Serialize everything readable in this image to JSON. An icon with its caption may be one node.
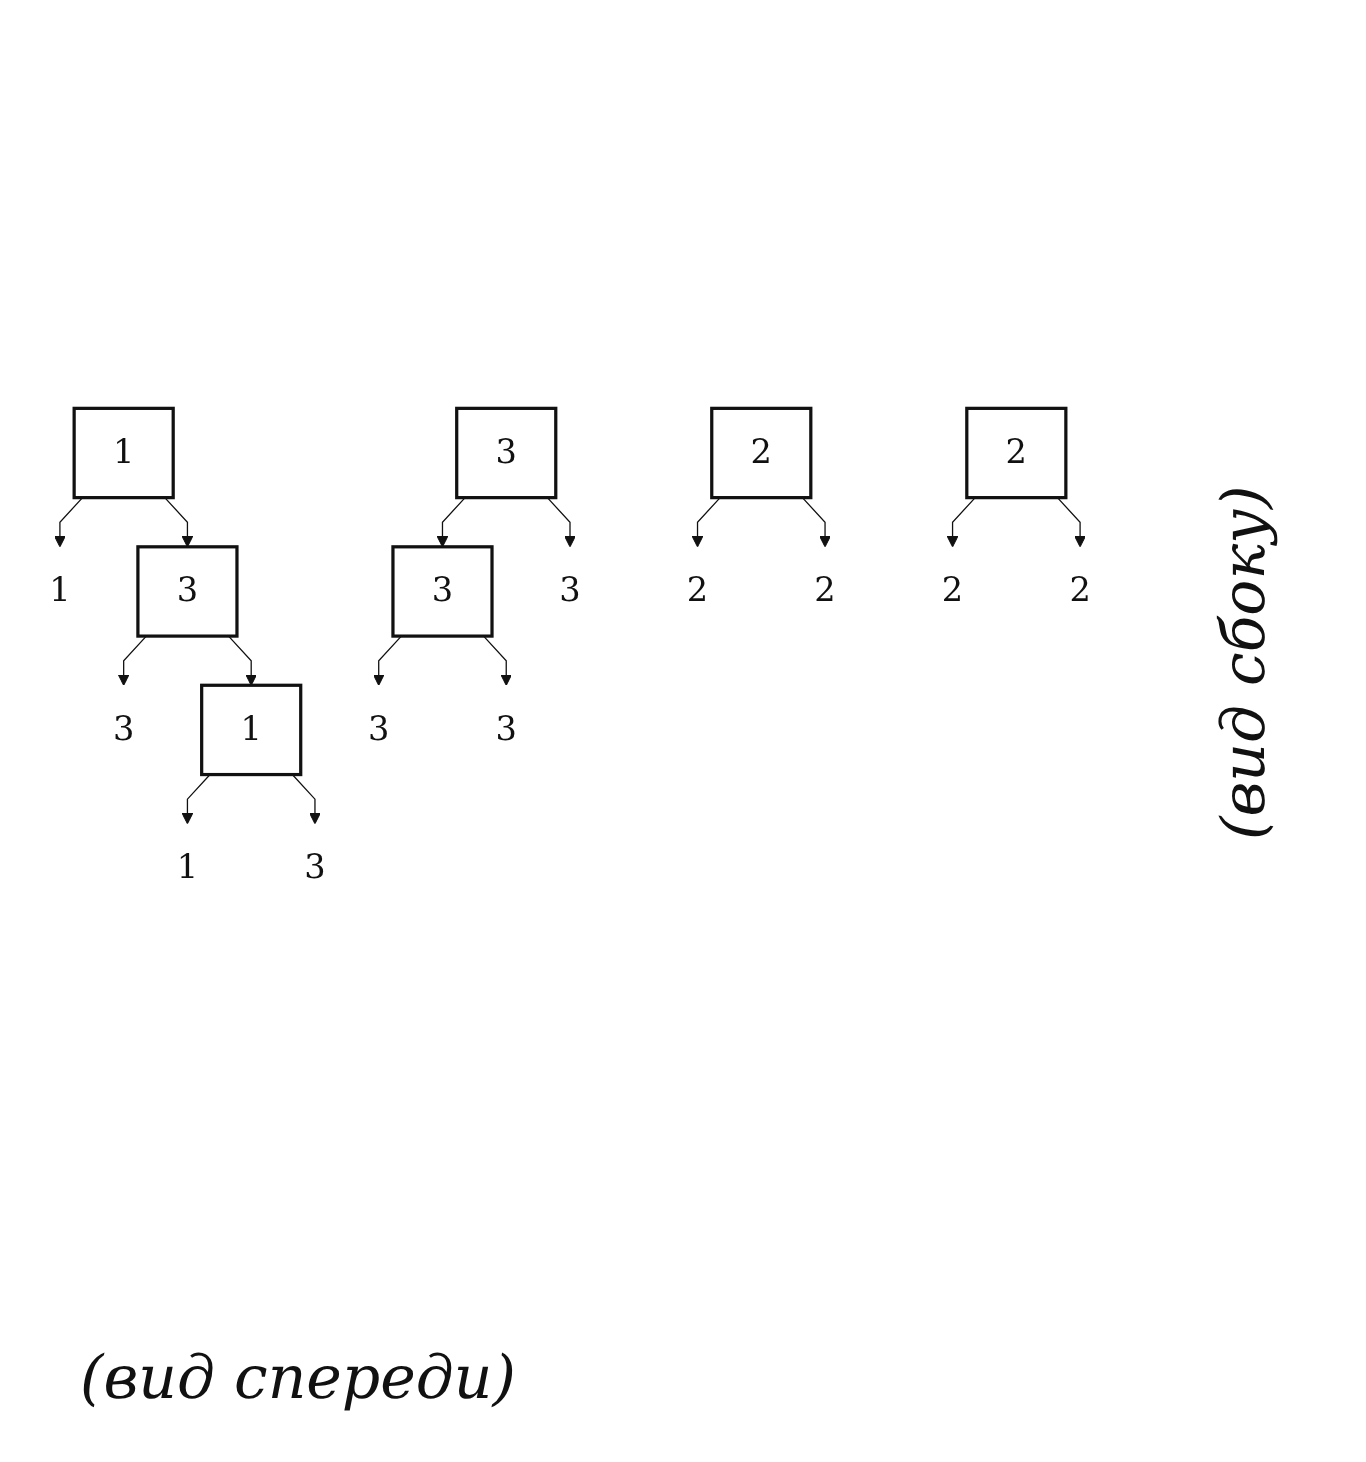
{
  "diagram": {
    "nodes": [
      {
        "text": [
          "1"
        ]
      },
      {
        "text": [
          "2"
        ]
      },
      {
        "text": [
          "3"
        ]
      },
      {
        "text": [
          "3"
        ]
      },
      {
        "text": [
          "3"
        ]
      },
      {
        "text": [
          "2"
        ]
      },
      {
        "text": [
          "1"
        ]
      },
      {
        "text": [
          "1"
        ]
      },
      {
        "text": [
          "2"
        ]
      },
      {
        "text": [
          "3"
        ]
      },
      {
        "text": [
          "3"
        ]
      },
      {
        "text": [
          "2"
        ]
      },
      {
        "text": [
          "1"
        ]
      },
      {
        "text": [
          "3"
        ]
      },
      {
        "text": [
          "2"
        ]
      },
      {
        "text": [
          "3"
        ]
      },
      {
        "text": [
          "2"
        ]
      },
      {
        "text": [
          "3"
        ]
      }
    ],
    "edges": [
      {
        "from": 0,
        "to": 7,
        "arrow": "to"
      },
      {
        "from": 1,
        "to": 8,
        "arrow": "to"
      },
      {
        "from": 0,
        "to": 2,
        "arrow": "to"
      },
      {
        "from": 2,
        "to": 9,
        "arrow": "to"
      },
      {
        "from": 3,
        "to": 4,
        "arrow": "to"
      },
      {
        "from": 4,
        "to": 10,
        "arrow": "to"
      },
      {
        "from": 5,
        "to": 11,
        "arrow": "to"
      },
      {
        "from": 2,
        "to": 6,
        "arrow": "to"
      },
      {
        "from": 6,
        "to": 12,
        "arrow": "to"
      },
      {
        "from": 3,
        "to": 13,
        "arrow": "to"
      },
      {
        "from": 5,
        "to": 14,
        "arrow": "to"
      },
      {
        "from": 4,
        "to": 15,
        "arrow": "to"
      },
      {
        "from": 1,
        "to": 16,
        "arrow": "to"
      },
      {
        "from": 6,
        "to": 17,
        "arrow": "to"
      }
    ],
    "labels": [
      "(вид сбоку)",
      "(вид спереди)"
    ]
  }
}
